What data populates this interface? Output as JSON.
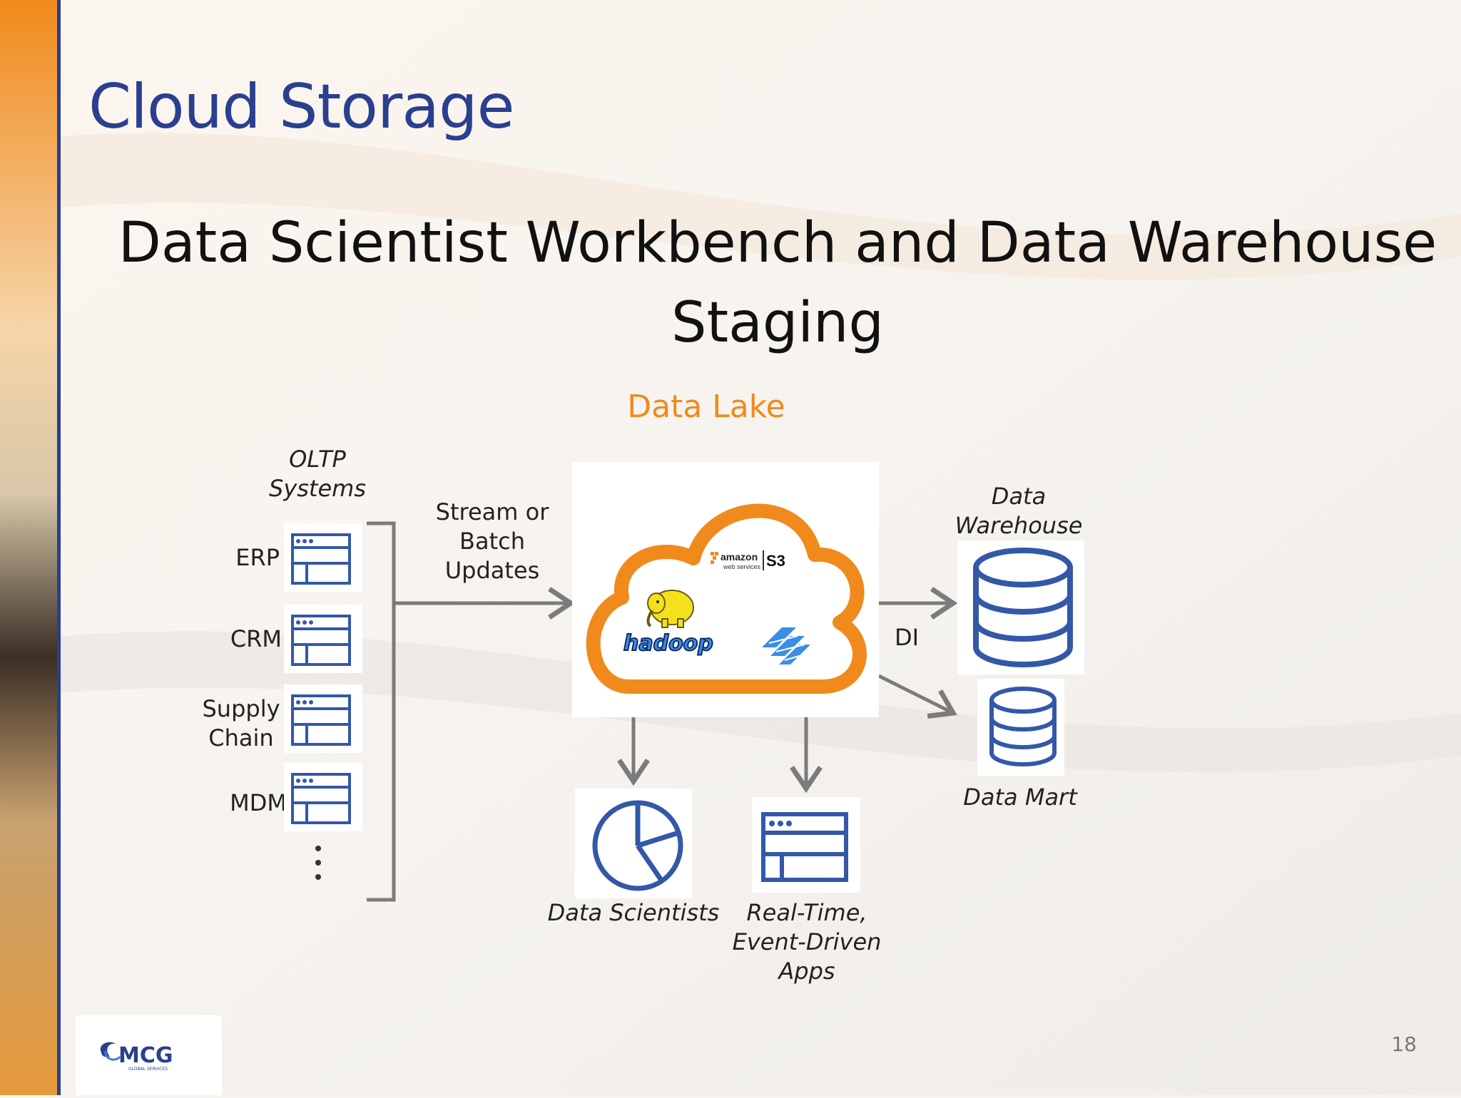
{
  "slide": {
    "title": "Cloud Storage",
    "subtitle": "Data Scientist Workbench and Data Warehouse Staging",
    "page_number": "18"
  },
  "diagram": {
    "lake_label": "Data Lake",
    "oltp_label": "OLTP Systems",
    "sources": [
      "ERP",
      "CRM",
      "Supply Chain",
      "MDM"
    ],
    "flow_label": "Stream or Batch Updates",
    "dw_label": "Data Warehouse",
    "di_label": "DI",
    "mart_label": "Data Mart",
    "scientists_label": "Data Scientists",
    "apps_label": "Real-Time, Event-Driven Apps",
    "logos": {
      "amazon": "amazon",
      "amazon_sub": "web services",
      "s3": "S3",
      "hadoop": "hadoop"
    }
  },
  "footer": {
    "logo_text": "MCG",
    "logo_sub": "GLOBAL SERVICES"
  },
  "colors": {
    "title": "#2a3f8f",
    "lake": "#f08a1c",
    "icon": "#3358a8",
    "arrow": "#7b7b7b"
  },
  "icons": [
    "window-icon",
    "database-icon",
    "pie-chart-icon",
    "cloud-icon",
    "hadoop-elephant-icon"
  ]
}
